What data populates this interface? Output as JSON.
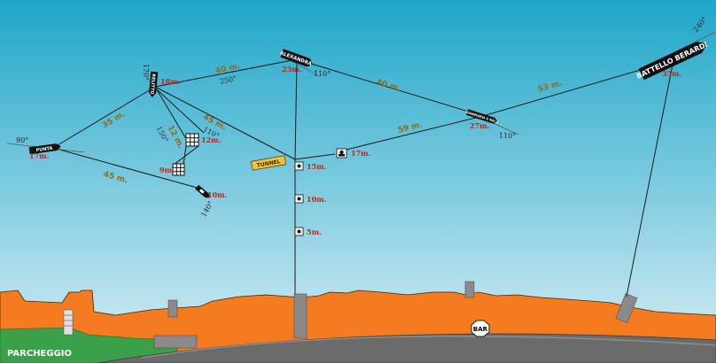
{
  "colors": {
    "sky_top": "#1fa6c9",
    "sky_bottom": "#d6eef5",
    "land": "#f47b20",
    "grass": "#3aa14a",
    "road": "#6b6b6b",
    "line": "#1b1b1b",
    "buoy_yellow": "#f3c43a"
  },
  "sites": {
    "punta_left": {
      "name": "PUNTA",
      "depth": "17m.",
      "heading": "90°"
    },
    "relitto_top": {
      "name": "RELITTO",
      "depth": "18m.",
      "heading": "170°"
    },
    "alexandra": {
      "name": "ALEXANDRA",
      "depth": "23m.",
      "heading": "110°"
    },
    "gianmaria": {
      "name": "GIANMARIA E NELA",
      "depth": "27m.",
      "heading": "110°"
    },
    "battello": {
      "name": "BATTELLO BERARDI",
      "depth": "33m.",
      "heading": "240°"
    },
    "small_boat": {
      "depth": "10m.",
      "heading": "140°"
    },
    "cage": {
      "upper_depth": "12m.",
      "lower_depth": "9m."
    },
    "tunnel": {
      "name": "TUNNEL"
    },
    "line_buoys": {
      "b1": "15m.",
      "b2": "10m.",
      "b3": "5m.",
      "b4": "17m."
    }
  },
  "distances": {
    "punta_relitto": "35 m.",
    "punta_small": "45 m.",
    "relitto_alexandra": "40 m.",
    "relitto_alexandra_deg": "250°",
    "relitto_buoy": "45 m.",
    "relitto_buoy_deg": "110°",
    "relitto_cage": "12 m.",
    "relitto_cage_deg": "150°",
    "alexandra_gianmaria": "40 m.",
    "buoy_gianmaria": "59 m.",
    "gianmaria_battello": "53 m."
  },
  "shore": {
    "parking": "PARCHEGGIO",
    "bar": "BAR"
  }
}
